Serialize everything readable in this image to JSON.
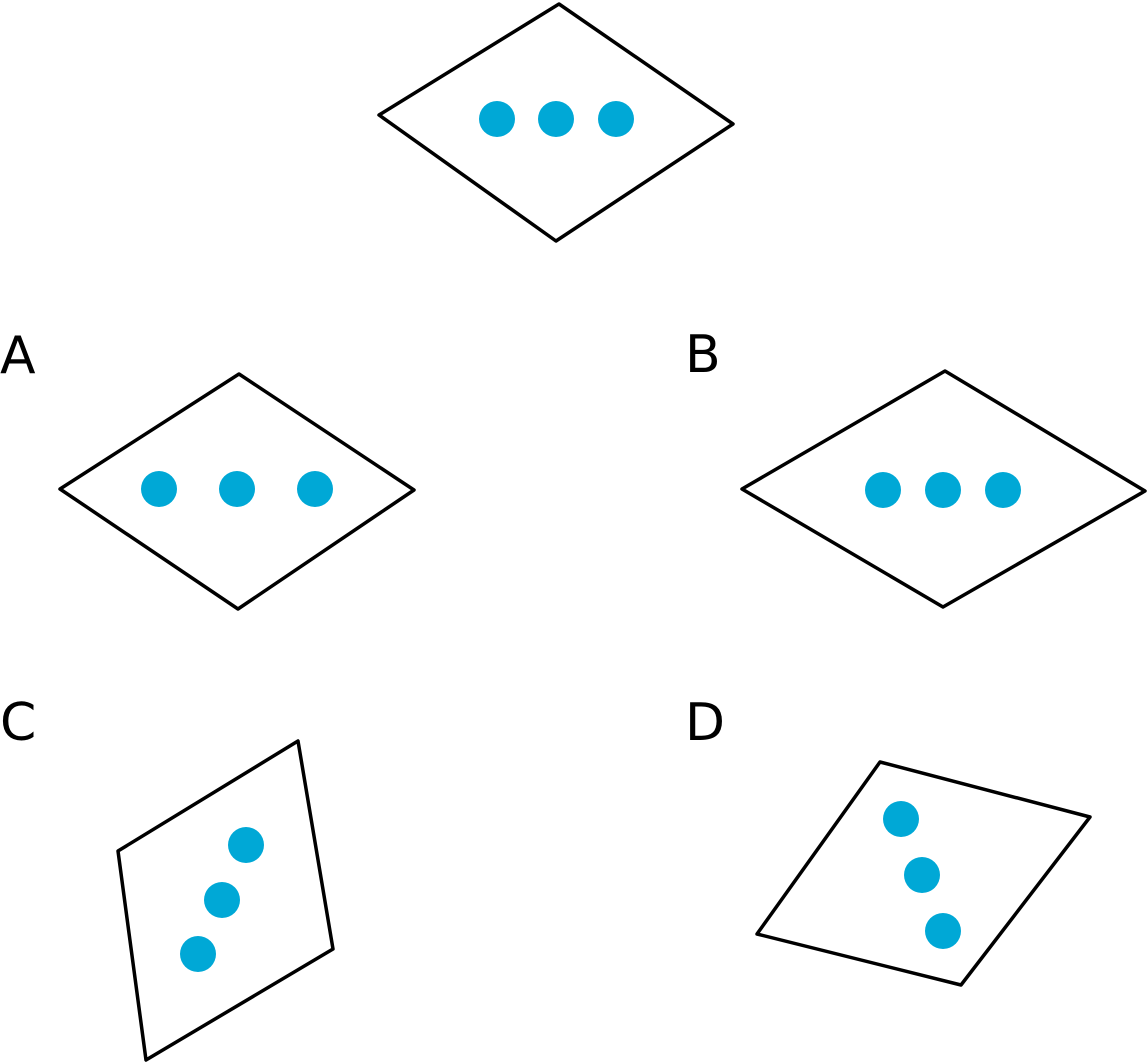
{
  "colors": {
    "dot": "#00a8d6",
    "outline": "#000000",
    "background": "#ffffff"
  },
  "figures": [
    {
      "id": "original",
      "label": "",
      "dots": 3
    },
    {
      "id": "A",
      "label": "A",
      "dots": 3
    },
    {
      "id": "B",
      "label": "B",
      "dots": 3
    },
    {
      "id": "C",
      "label": "C",
      "dots": 3
    },
    {
      "id": "D",
      "label": "D",
      "dots": 3
    }
  ]
}
